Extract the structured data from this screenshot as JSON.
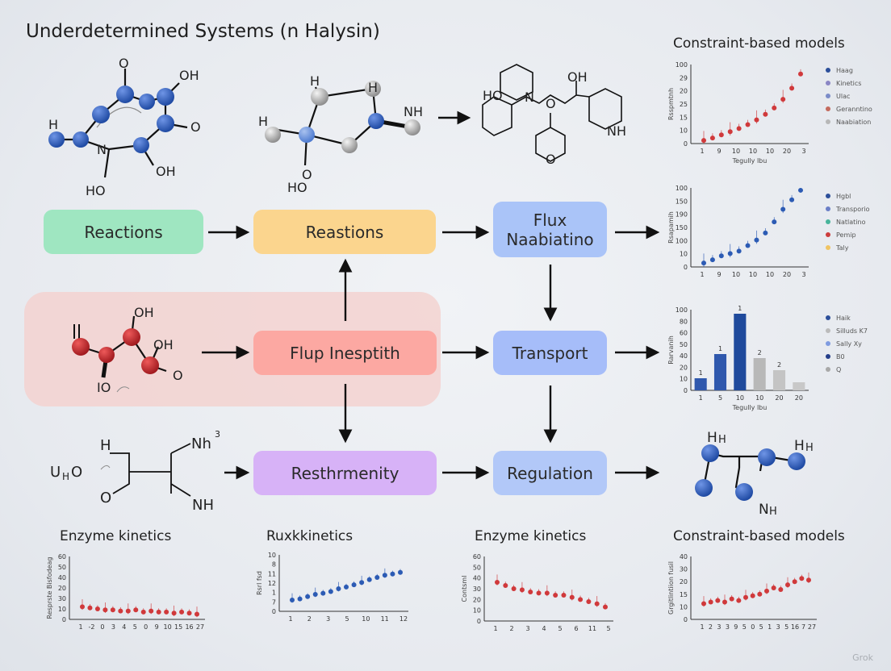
{
  "title": "Underdetermined Systems (n Halysin)",
  "header_right": "Constraint-based models",
  "boxes": {
    "reactions": "Reactions",
    "reastions": "Reastions",
    "flux": "Flux\nNaabiatino",
    "flup": "Flup Inesptith",
    "transport": "Transport",
    "resthrmenity": "Resthrmenity",
    "regulation": "Regulation"
  },
  "bottom_labels": [
    "Enzyme kinetics",
    "Ruxkkinetics",
    "Enzyme kinetics",
    "Constraint-based models"
  ],
  "molecule_labels": {
    "m1": [
      "O",
      "OH",
      "H",
      "O",
      "N",
      "OH",
      "HO"
    ],
    "m2": [
      "H",
      "H",
      "H",
      "NH",
      "HO"
    ],
    "m3": [
      "HO",
      "N",
      "O",
      "OH",
      "NH",
      "O"
    ],
    "m4": [
      "OH",
      "OH",
      "IO",
      "O"
    ],
    "m5": [
      "H",
      "Nh",
      "3",
      "U",
      "H",
      "O",
      "O",
      "NH"
    ],
    "m6": [
      "H",
      "H",
      "H",
      "H",
      "N",
      "H"
    ]
  },
  "colors": {
    "reactions": "#9fe6c1",
    "reastions": "#fbd58e",
    "flux": "#aac4f8",
    "flup": "#fca8a2",
    "transport": "#a6bdf9",
    "resthrmenity": "#d7b2f7",
    "regulation": "#b2c8f8",
    "red": "#d0393b",
    "blue": "#2c5bb4"
  },
  "chart_data": [
    {
      "type": "scatter",
      "title": "",
      "ylabel": "Rsspmtnh",
      "xlabel": "Tegully lbu",
      "y_ticks": [
        "100",
        "29",
        "20",
        "25",
        "15",
        "10",
        "0"
      ],
      "x_ticks": [
        "1",
        "9",
        "10",
        "10",
        "10",
        "20",
        "3"
      ],
      "ylim": [
        0,
        100
      ],
      "x": [
        1,
        2,
        3,
        4,
        5,
        6,
        7,
        8,
        9,
        10,
        11,
        12
      ],
      "values": [
        4,
        7,
        11,
        15,
        19,
        24,
        30,
        37,
        45,
        56,
        70,
        88
      ],
      "legend": [
        "Haag",
        "Kinetics",
        "Ulac",
        "Geranntino",
        "Naabiation"
      ],
      "legend_colors": [
        "#2c4f9a",
        "#8a86c4",
        "#7b8cc8",
        "#c46b5e",
        "#b7b7b7"
      ],
      "color": "#d0393b"
    },
    {
      "type": "scatter",
      "title": "",
      "ylabel": "Rsapamih",
      "xlabel": "",
      "y_ticks": [
        "100",
        "150",
        "190",
        "150",
        "100",
        "10",
        "0"
      ],
      "x_ticks": [
        "1",
        "9",
        "10",
        "10",
        "10",
        "20",
        "3"
      ],
      "ylim": [
        0,
        100
      ],
      "x": [
        1,
        2,
        3,
        4,
        5,
        6,
        7,
        8,
        9,
        10,
        11,
        12
      ],
      "values": [
        5,
        9,
        14,
        17,
        20,
        27,
        34,
        43,
        57,
        73,
        85,
        97
      ],
      "legend": [
        "Hgbl",
        "Transporio",
        "Natlatino",
        "Pemip",
        "Taly"
      ],
      "legend_colors": [
        "#2c4f9a",
        "#6b7fc7",
        "#48b49b",
        "#cc3d3d",
        "#f0c463"
      ],
      "color": "#2c5bb4"
    },
    {
      "type": "bar",
      "title": "",
      "ylabel": "Rarvanih",
      "xlabel": "Tegully lbu",
      "y_ticks": [
        "100",
        "80",
        "60",
        "50",
        "40",
        "20",
        "10",
        "0"
      ],
      "categories": [
        "1",
        "5",
        "10",
        "10",
        "20",
        "20"
      ],
      "values": [
        15,
        45,
        95,
        40,
        25,
        10
      ],
      "data_labels": [
        "1",
        "1",
        "1",
        "2",
        "2",
        ""
      ],
      "bar_colors": [
        "#2f58ad",
        "#2f58ad",
        "#1f4a9c",
        "#b8b8b8",
        "#c4c4c4",
        "#c8c8c8"
      ],
      "ylim": [
        0,
        100
      ],
      "legend": [
        "Haik",
        "Silluds K7",
        "Sally Xy",
        "B0",
        "Q"
      ],
      "legend_colors": [
        "#2c4f9a",
        "#bbbbbb",
        "#7f9be0",
        "#243e8a",
        "#a8a8a8"
      ]
    },
    {
      "type": "scatter",
      "title": "Enzyme kinetics",
      "ylabel": "Resprste Bisfodeag",
      "y_ticks": [
        "60",
        "50",
        "40",
        "20",
        "30",
        "10",
        "0"
      ],
      "x_ticks": [
        "1",
        "-2",
        "0",
        "3",
        "4",
        "5",
        "0",
        "9",
        "10",
        "15",
        "16",
        "27"
      ],
      "ylim": [
        0,
        60
      ],
      "x": [
        1,
        2,
        3,
        4,
        5,
        6,
        7,
        8,
        9,
        10,
        11,
        12,
        13,
        14,
        15,
        16
      ],
      "values": [
        12,
        11,
        10,
        9,
        9,
        8,
        8,
        9,
        7,
        8,
        7,
        7,
        6,
        7,
        6,
        5
      ],
      "color": "#d0393b"
    },
    {
      "type": "scatter",
      "title": "Ruxkkinetics",
      "ylabel": "Rsrl fsd",
      "y_ticks": [
        "10",
        "8",
        "11",
        "12",
        "1",
        "7",
        "0"
      ],
      "x_ticks": [
        "1",
        "2",
        "3",
        "5",
        "10",
        "11",
        "12"
      ],
      "ylim": [
        0,
        10
      ],
      "x": [
        1,
        2,
        3,
        4,
        5,
        6,
        7,
        8,
        9,
        10,
        11,
        12,
        13,
        14,
        15
      ],
      "values": [
        2.0,
        2.2,
        2.6,
        3.0,
        3.2,
        3.5,
        4.0,
        4.3,
        4.7,
        5.1,
        5.6,
        6.0,
        6.4,
        6.6,
        6.9
      ],
      "color": "#2c5bb4"
    },
    {
      "type": "scatter",
      "title": "Enzyme kinetics",
      "ylabel": "Contsml",
      "y_ticks": [
        "60",
        "50",
        "40",
        "30",
        "20",
        "10",
        "0"
      ],
      "x_ticks": [
        "1",
        "2",
        "3",
        "4",
        "5",
        "6",
        "11",
        "5"
      ],
      "ylim": [
        0,
        60
      ],
      "x": [
        1,
        2,
        3,
        4,
        5,
        6,
        7,
        8,
        9,
        10,
        11,
        12,
        13,
        14
      ],
      "values": [
        36,
        33,
        30,
        29,
        27,
        26,
        26,
        24,
        24,
        22,
        20,
        18,
        16,
        13
      ],
      "color": "#d0393b"
    },
    {
      "type": "scatter",
      "title": "Constraint-based models",
      "ylabel": "Grgitlintiion fusil",
      "y_ticks": [
        "40",
        "30",
        "20",
        "15",
        "10",
        "0"
      ],
      "x_ticks": [
        "1",
        "2",
        "3",
        "3",
        "9",
        "5",
        "0",
        "5",
        "1",
        "3",
        "5",
        "16",
        "7",
        "27"
      ],
      "ylim": [
        0,
        40
      ],
      "x": [
        1,
        2,
        3,
        4,
        5,
        6,
        7,
        8,
        9,
        10,
        11,
        12,
        13,
        14,
        15,
        16
      ],
      "values": [
        10,
        11,
        12,
        11,
        13,
        12,
        14,
        15,
        16,
        18,
        20,
        19,
        22,
        24,
        26,
        25
      ],
      "color": "#d0393b"
    }
  ],
  "watermark": "Grok"
}
